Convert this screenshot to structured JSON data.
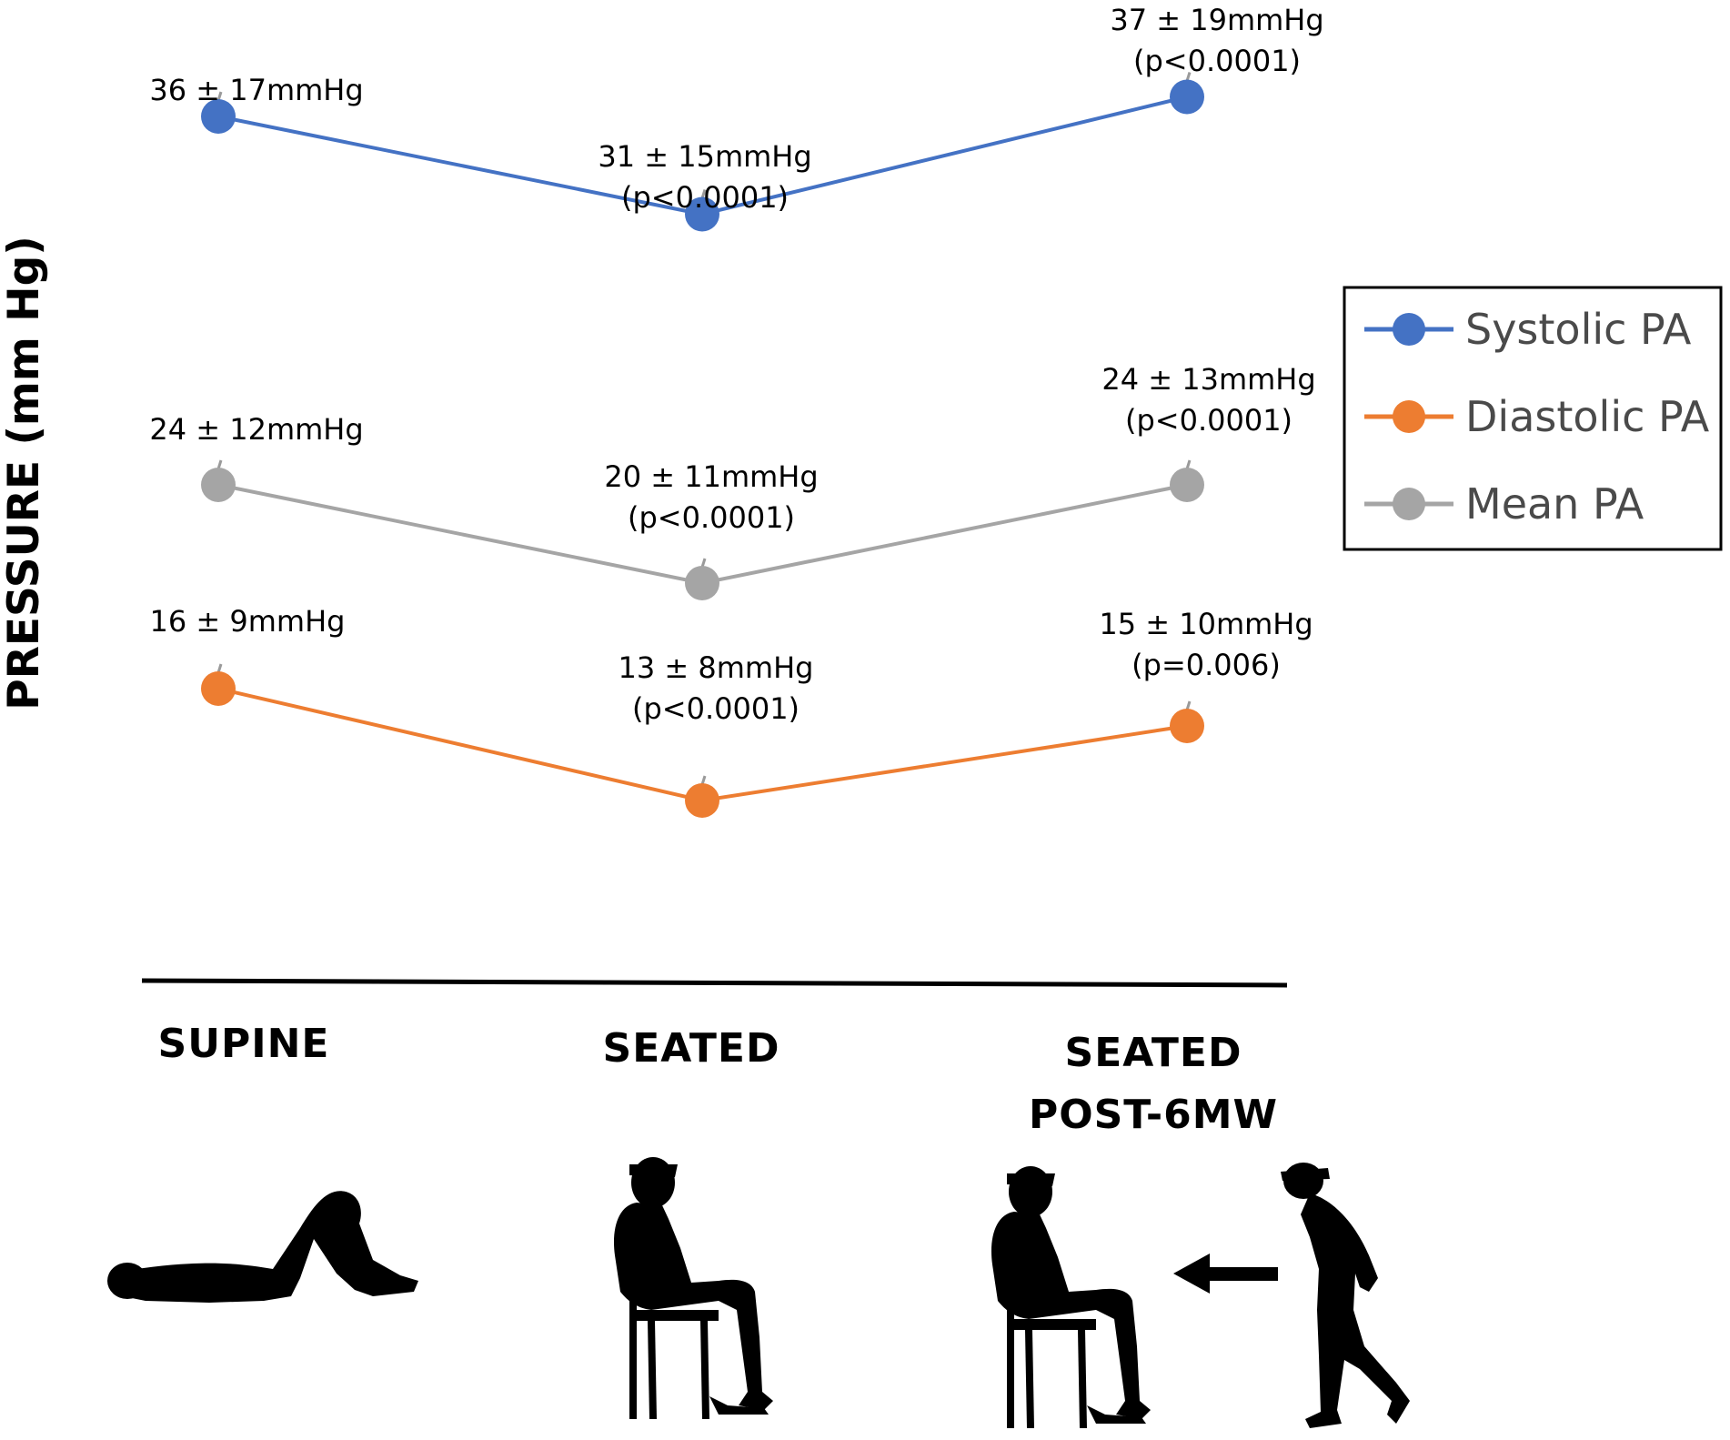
{
  "chart_data": {
    "type": "line",
    "ylabel": "PRESSURE (mm Hg)",
    "categories": [
      "SUPINE",
      "SEATED",
      "SEATED POST-6MW"
    ],
    "category_lines": [
      [
        "SUPINE"
      ],
      [
        "SEATED"
      ],
      [
        "SEATED",
        "POST-6MW"
      ]
    ],
    "series": [
      {
        "name": "Systolic PA",
        "color": "#4472C4",
        "values": [
          36,
          31,
          37
        ],
        "annotations": [
          [
            "36 ± 17mmHg"
          ],
          [
            "31 ± 15mmHg",
            "(p<0.0001)"
          ],
          [
            "37 ± 19mmHg",
            "(p<0.0001)"
          ]
        ]
      },
      {
        "name": "Diastolic PA",
        "color": "#ED7D31",
        "values": [
          16,
          13,
          15
        ],
        "annotations": [
          [
            "16 ± 9mmHg"
          ],
          [
            "13 ± 8mmHg",
            "(p<0.0001)"
          ],
          [
            "15 ± 10mmHg",
            "(p=0.006)"
          ]
        ]
      },
      {
        "name": "Mean PA",
        "color": "#A5A5A5",
        "values": [
          24,
          20,
          24
        ],
        "annotations": [
          [
            "24 ± 12mmHg"
          ],
          [
            "20 ± 11mmHg",
            "(p<0.0001)"
          ],
          [
            "24 ± 13mmHg",
            "(p<0.0001)"
          ]
        ]
      }
    ],
    "legend_position": "right",
    "grid": false,
    "icons": [
      "person-lying-supine-icon",
      "person-seated-icon",
      "person-seated-icon",
      "left-arrow-icon",
      "person-walking-icon"
    ]
  }
}
